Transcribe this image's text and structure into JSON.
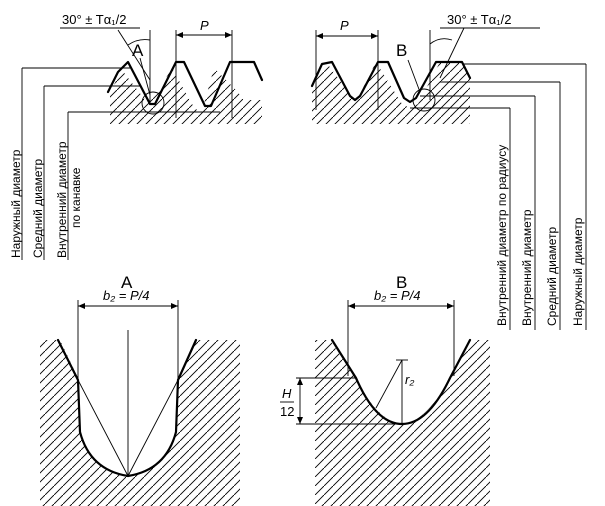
{
  "tol_label": "30° ± Tα₁/2",
  "pitch_label": "P",
  "detail_a": "A",
  "detail_b": "B",
  "b2_label": "b₂ = P/4",
  "r2_label": "r₂",
  "h_num": "H",
  "h_den": "12",
  "left_labels": [
    "Наружный диаметр",
    "Средний диаметр",
    "Внутренний диаметр",
    "по канавке"
  ],
  "right_labels": [
    "Внутренний диаметр по радиусу",
    "Внутренний диаметр",
    "Средний диаметр",
    "Наружный диаметр"
  ]
}
